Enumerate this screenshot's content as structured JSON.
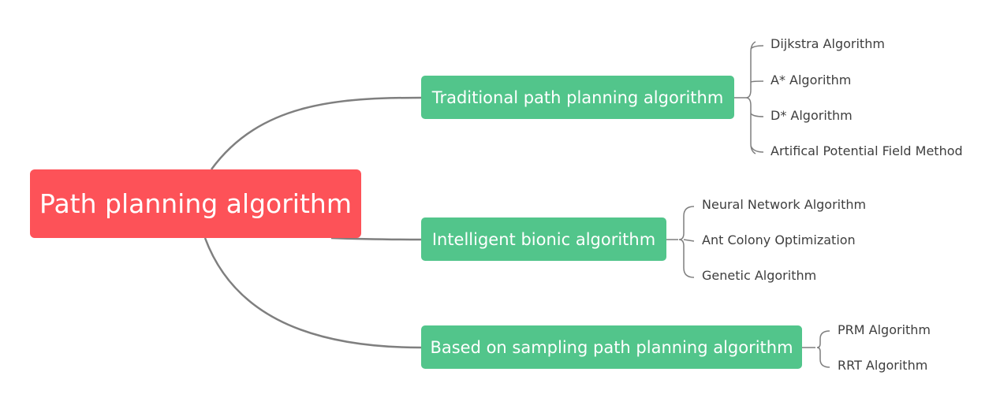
{
  "root": {
    "label": "Path planning algorithm"
  },
  "branches": [
    {
      "label": "Traditional path planning algorithm",
      "leaves": [
        "Dijkstra Algorithm",
        "A* Algorithm",
        "D* Algorithm",
        "Artifical Potential Field Method"
      ]
    },
    {
      "label": "Intelligent bionic algorithm",
      "leaves": [
        "Neural Network Algorithm",
        "Ant Colony Optimization",
        "Genetic Algorithm"
      ]
    },
    {
      "label": "Based on sampling path planning algorithm",
      "leaves": [
        "PRM Algorithm",
        "RRT Algorithm"
      ]
    }
  ],
  "colors": {
    "root": "#fd5258",
    "branch": "#52c58b",
    "connector": "#7f7f7f",
    "leaf_text": "#3e3e3e"
  }
}
